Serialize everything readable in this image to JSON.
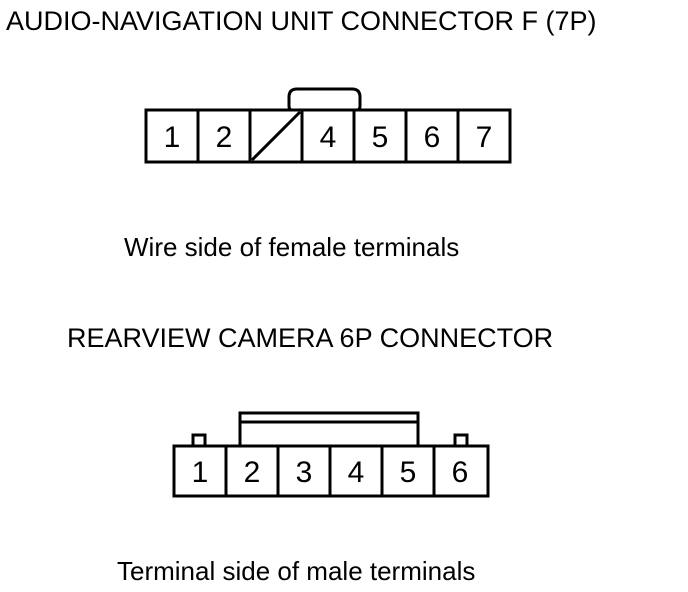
{
  "connector_f": {
    "title": "AUDIO-NAVIGATION UNIT CONNECTOR F (7P)",
    "pins": [
      "1",
      "2",
      "",
      "4",
      "5",
      "6",
      "7"
    ],
    "empty_pin_index": 2,
    "caption": "Wire side of female terminals"
  },
  "camera_connector": {
    "title": "REARVIEW CAMERA 6P CONNECTOR",
    "pins": [
      "1",
      "2",
      "3",
      "4",
      "5",
      "6"
    ],
    "caption": "Terminal side of male terminals"
  },
  "colors": {
    "line": "#000000",
    "background": "#ffffff"
  }
}
